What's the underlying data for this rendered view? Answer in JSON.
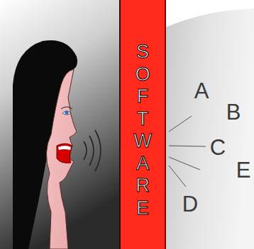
{
  "diagram": {
    "nodes": [
      {
        "text": [
          "S O F T W A R E"
        ]
      }
    ],
    "labels": [
      "A",
      "B",
      "C",
      "E",
      "D"
    ]
  }
}
